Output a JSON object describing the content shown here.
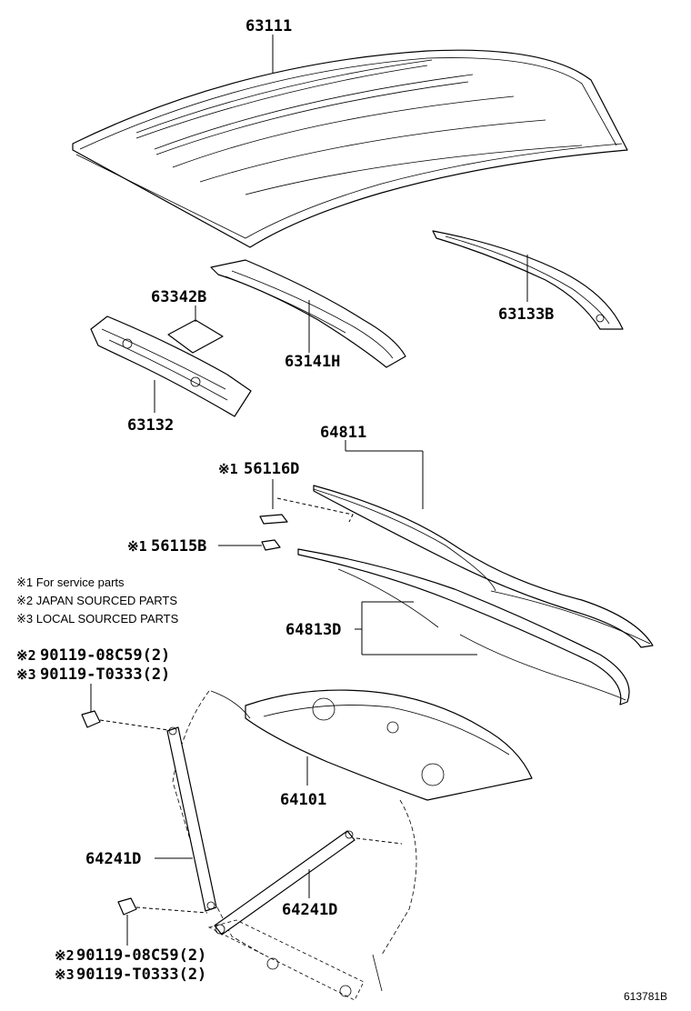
{
  "parts": {
    "roof_panel": "63111",
    "roof_panel_pad": "63342B",
    "roof_bow": "63141H",
    "roof_side_rail": "63133B",
    "roof_front_header": "63132",
    "back_window_glass": "64811",
    "stopper": "56116D",
    "spacer": "56115B",
    "weatherstrip": "64813D",
    "package_tray_panel": "64101",
    "brace_left": "64241D",
    "brace_right": "64241D"
  },
  "markers": {
    "stopper": "※1",
    "spacer": "※1",
    "bolt_top_1": "※2",
    "bolt_top_2": "※3",
    "bolt_bottom_1": "※2",
    "bolt_bottom_2": "※3"
  },
  "bolts": {
    "top_1": "90119-08C59(2)",
    "top_2": "90119-T0333(2)",
    "bottom_1": "90119-08C59(2)",
    "bottom_2": "90119-T0333(2)"
  },
  "legend": {
    "line1": "※1 For service parts",
    "line2": "※2 JAPAN SOURCED PARTS",
    "line3": "※3 LOCAL SOURCED PARTS"
  },
  "diagram_ref": "613781B"
}
